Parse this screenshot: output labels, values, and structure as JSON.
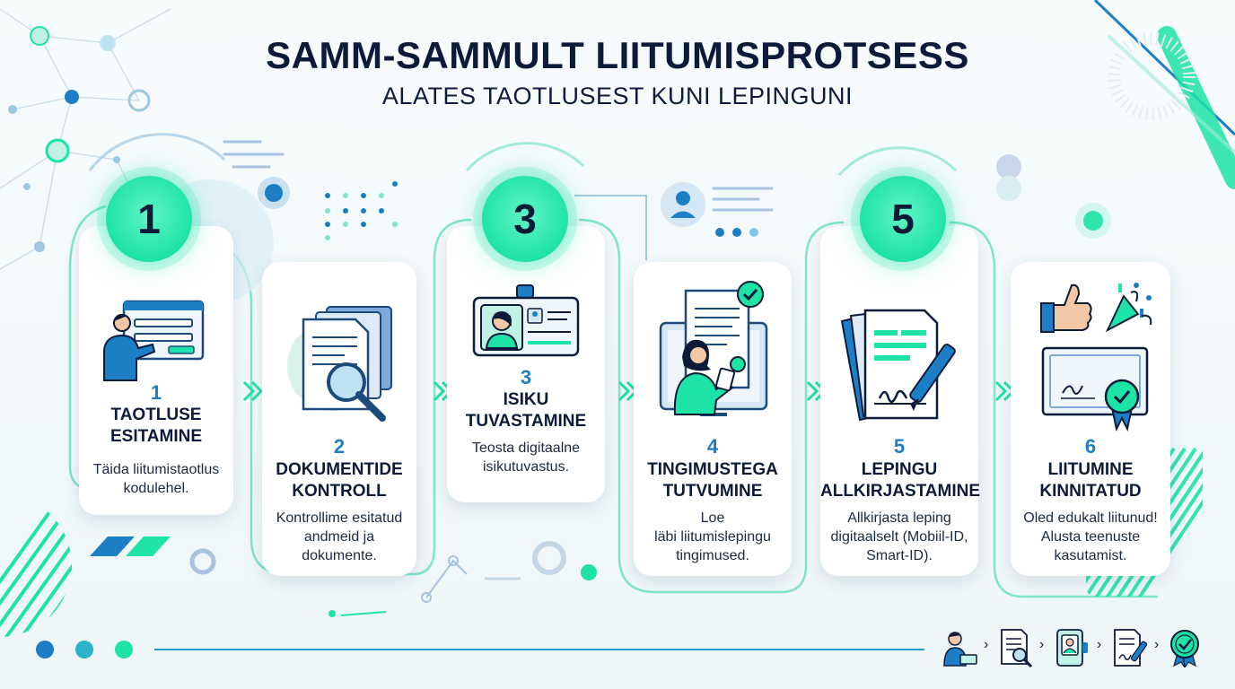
{
  "header": {
    "title": "SAMM-SAMMULT LIITUMISPROTSESS",
    "subtitle": "ALATES TAOTLUSEST KUNI LEPINGUNI"
  },
  "colors": {
    "accent": "#1ee3a6",
    "primary_blue": "#1c7ec4",
    "dark_navy": "#0d1b3a",
    "light_teal": "#bff2e4"
  },
  "badges": [
    "1",
    "3",
    "5"
  ],
  "steps": [
    {
      "number": "1",
      "title_line1": "TAOTLUSE",
      "title_line2": "ESITAMINE",
      "desc": [
        "Täida liitumistaotlus",
        "kodulehel."
      ],
      "icon": "person-filling-form-icon"
    },
    {
      "number": "2",
      "title_line1": "DOKUMENTIDE",
      "title_line2": "KONTROLL",
      "desc": [
        "Kontrollime esitatud",
        "andmeid ja",
        "dokumente."
      ],
      "icon": "documents-magnifier-icon"
    },
    {
      "number": "3",
      "title_line1": "ISIKU",
      "title_line2": "TUVASTAMINE",
      "desc": [
        "Teosta digitaalne",
        "isikutuvastus."
      ],
      "icon": "id-card-icon"
    },
    {
      "number": "4",
      "title_line1": "TINGIMUSTEGA",
      "title_line2": "TUTVUMINE",
      "desc": [
        "Loe",
        "läbi liitumislepingu",
        "tingimused."
      ],
      "icon": "person-reading-contract-icon"
    },
    {
      "number": "5",
      "title_line1": "LEPINGU",
      "title_line2": "ALLKIRJASTAMINE",
      "desc": [
        "Allkirjasta leping",
        "digitaalselt (Mobiil-ID,",
        "Smart-ID)."
      ],
      "icon": "contract-signing-pen-icon"
    },
    {
      "number": "6",
      "title_line1": "LIITUMINE",
      "title_line2": "KINNITATUD",
      "desc": [
        "Oled edukalt liitunud!",
        "Alusta teenuste",
        "kasutamist."
      ],
      "icon": "certificate-celebration-icon"
    }
  ],
  "footer": {
    "icons": [
      "person-laptop-icon",
      "document-search-icon",
      "id-phone-icon",
      "signed-document-icon",
      "verified-badge-icon"
    ],
    "arrow": "›"
  }
}
